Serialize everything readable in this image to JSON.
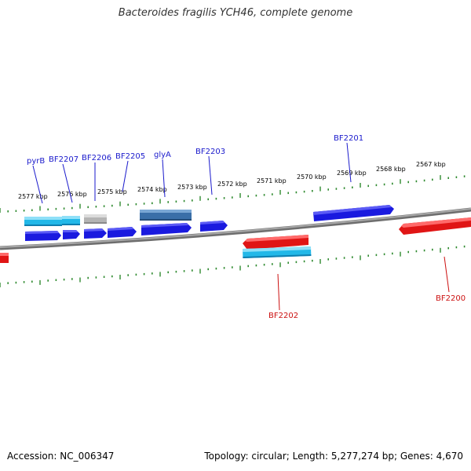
{
  "title": "Bacteroides fragilis YCH46, complete genome",
  "footer": {
    "accession": "Accession: NC_006347",
    "summary": "Topology: circular; Length: 5,277,274 bp; Genes: 4,670"
  },
  "colors": {
    "backbone": "#8a8a8a",
    "tick": "#2f8a2f",
    "forward_gene": "#1a1adf",
    "reverse_gene": "#e01515",
    "cds_light": "#22b8e8",
    "pseudo": "#b4b4b4",
    "operon": "#3a6fa8",
    "label_forward": "#1a1acc",
    "label_reverse": "#cc1111",
    "kbp_label": "#000000"
  },
  "map": {
    "kbp_labels": [
      "2577 kbp",
      "2576 kbp",
      "2575 kbp",
      "2574 kbp",
      "2573 kbp",
      "2572 kbp",
      "2571 kbp",
      "2570 kbp",
      "2569 kbp",
      "2568 kbp",
      "2567 kbp"
    ],
    "forward_labels": [
      "pyrB",
      "BF2207",
      "BF2206",
      "BF2205",
      "glyA",
      "BF2203",
      "BF2201"
    ],
    "reverse_labels": [
      "BF2202",
      "BF2200"
    ]
  }
}
